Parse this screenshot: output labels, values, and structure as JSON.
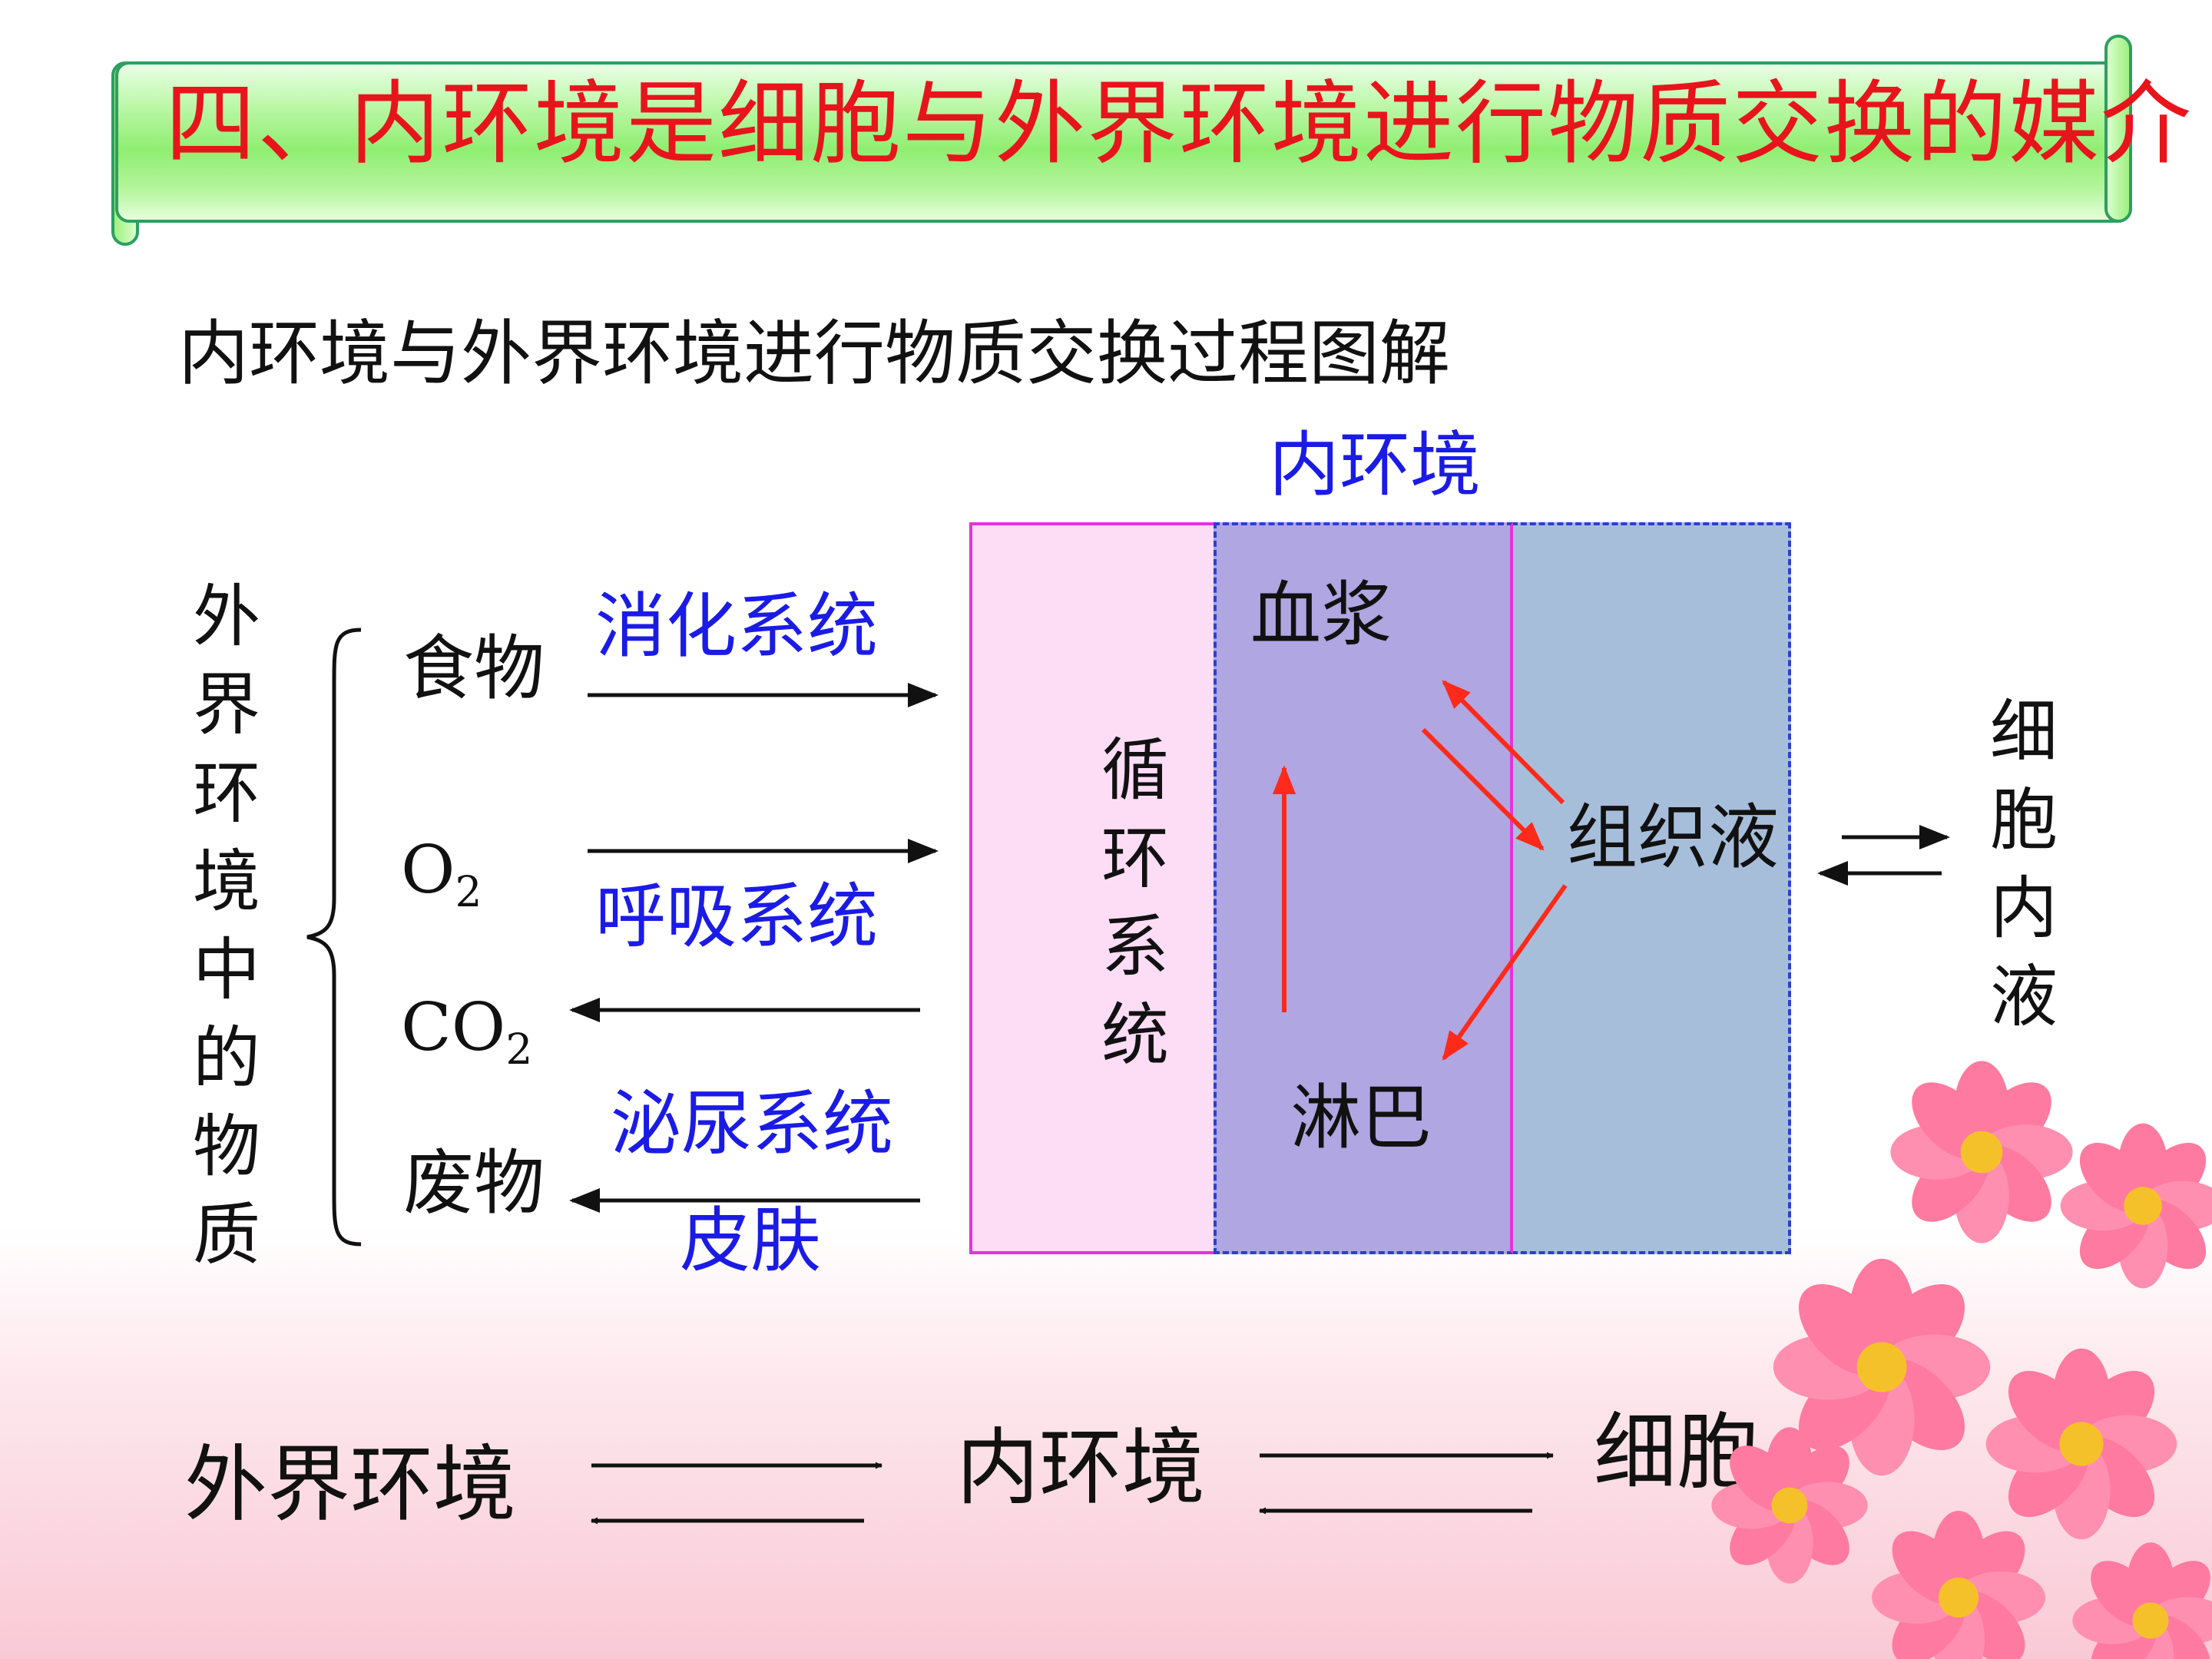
{
  "title": "四、内环境是细胞与外界环境进行物质交换的媒介",
  "subtitle": "内环境与外界环境进行物质交换过程图解",
  "diagram": {
    "internal_env_label": "内环境",
    "external_label": "外界环境中的物质",
    "items": {
      "food": "食物",
      "o2": "O",
      "o2_sub": "2",
      "co2": "CO",
      "co2_sub": "2",
      "waste": "废物"
    },
    "systems": {
      "digestive": "消化系统",
      "respiratory": "呼吸系统",
      "urinary": "泌尿系统",
      "skin": "皮肤"
    },
    "circulatory": "循环系统",
    "plasma": "血浆",
    "lymph": "淋巴",
    "tissue_fluid": "组织液",
    "intracellular": "细胞内液"
  },
  "summary": {
    "external": "外界环境",
    "internal": "内环境",
    "cell": "细胞"
  },
  "colors": {
    "title": "#e8141c",
    "system_text": "#1b1be6",
    "exchange_arrows": "#ff2a1a"
  }
}
